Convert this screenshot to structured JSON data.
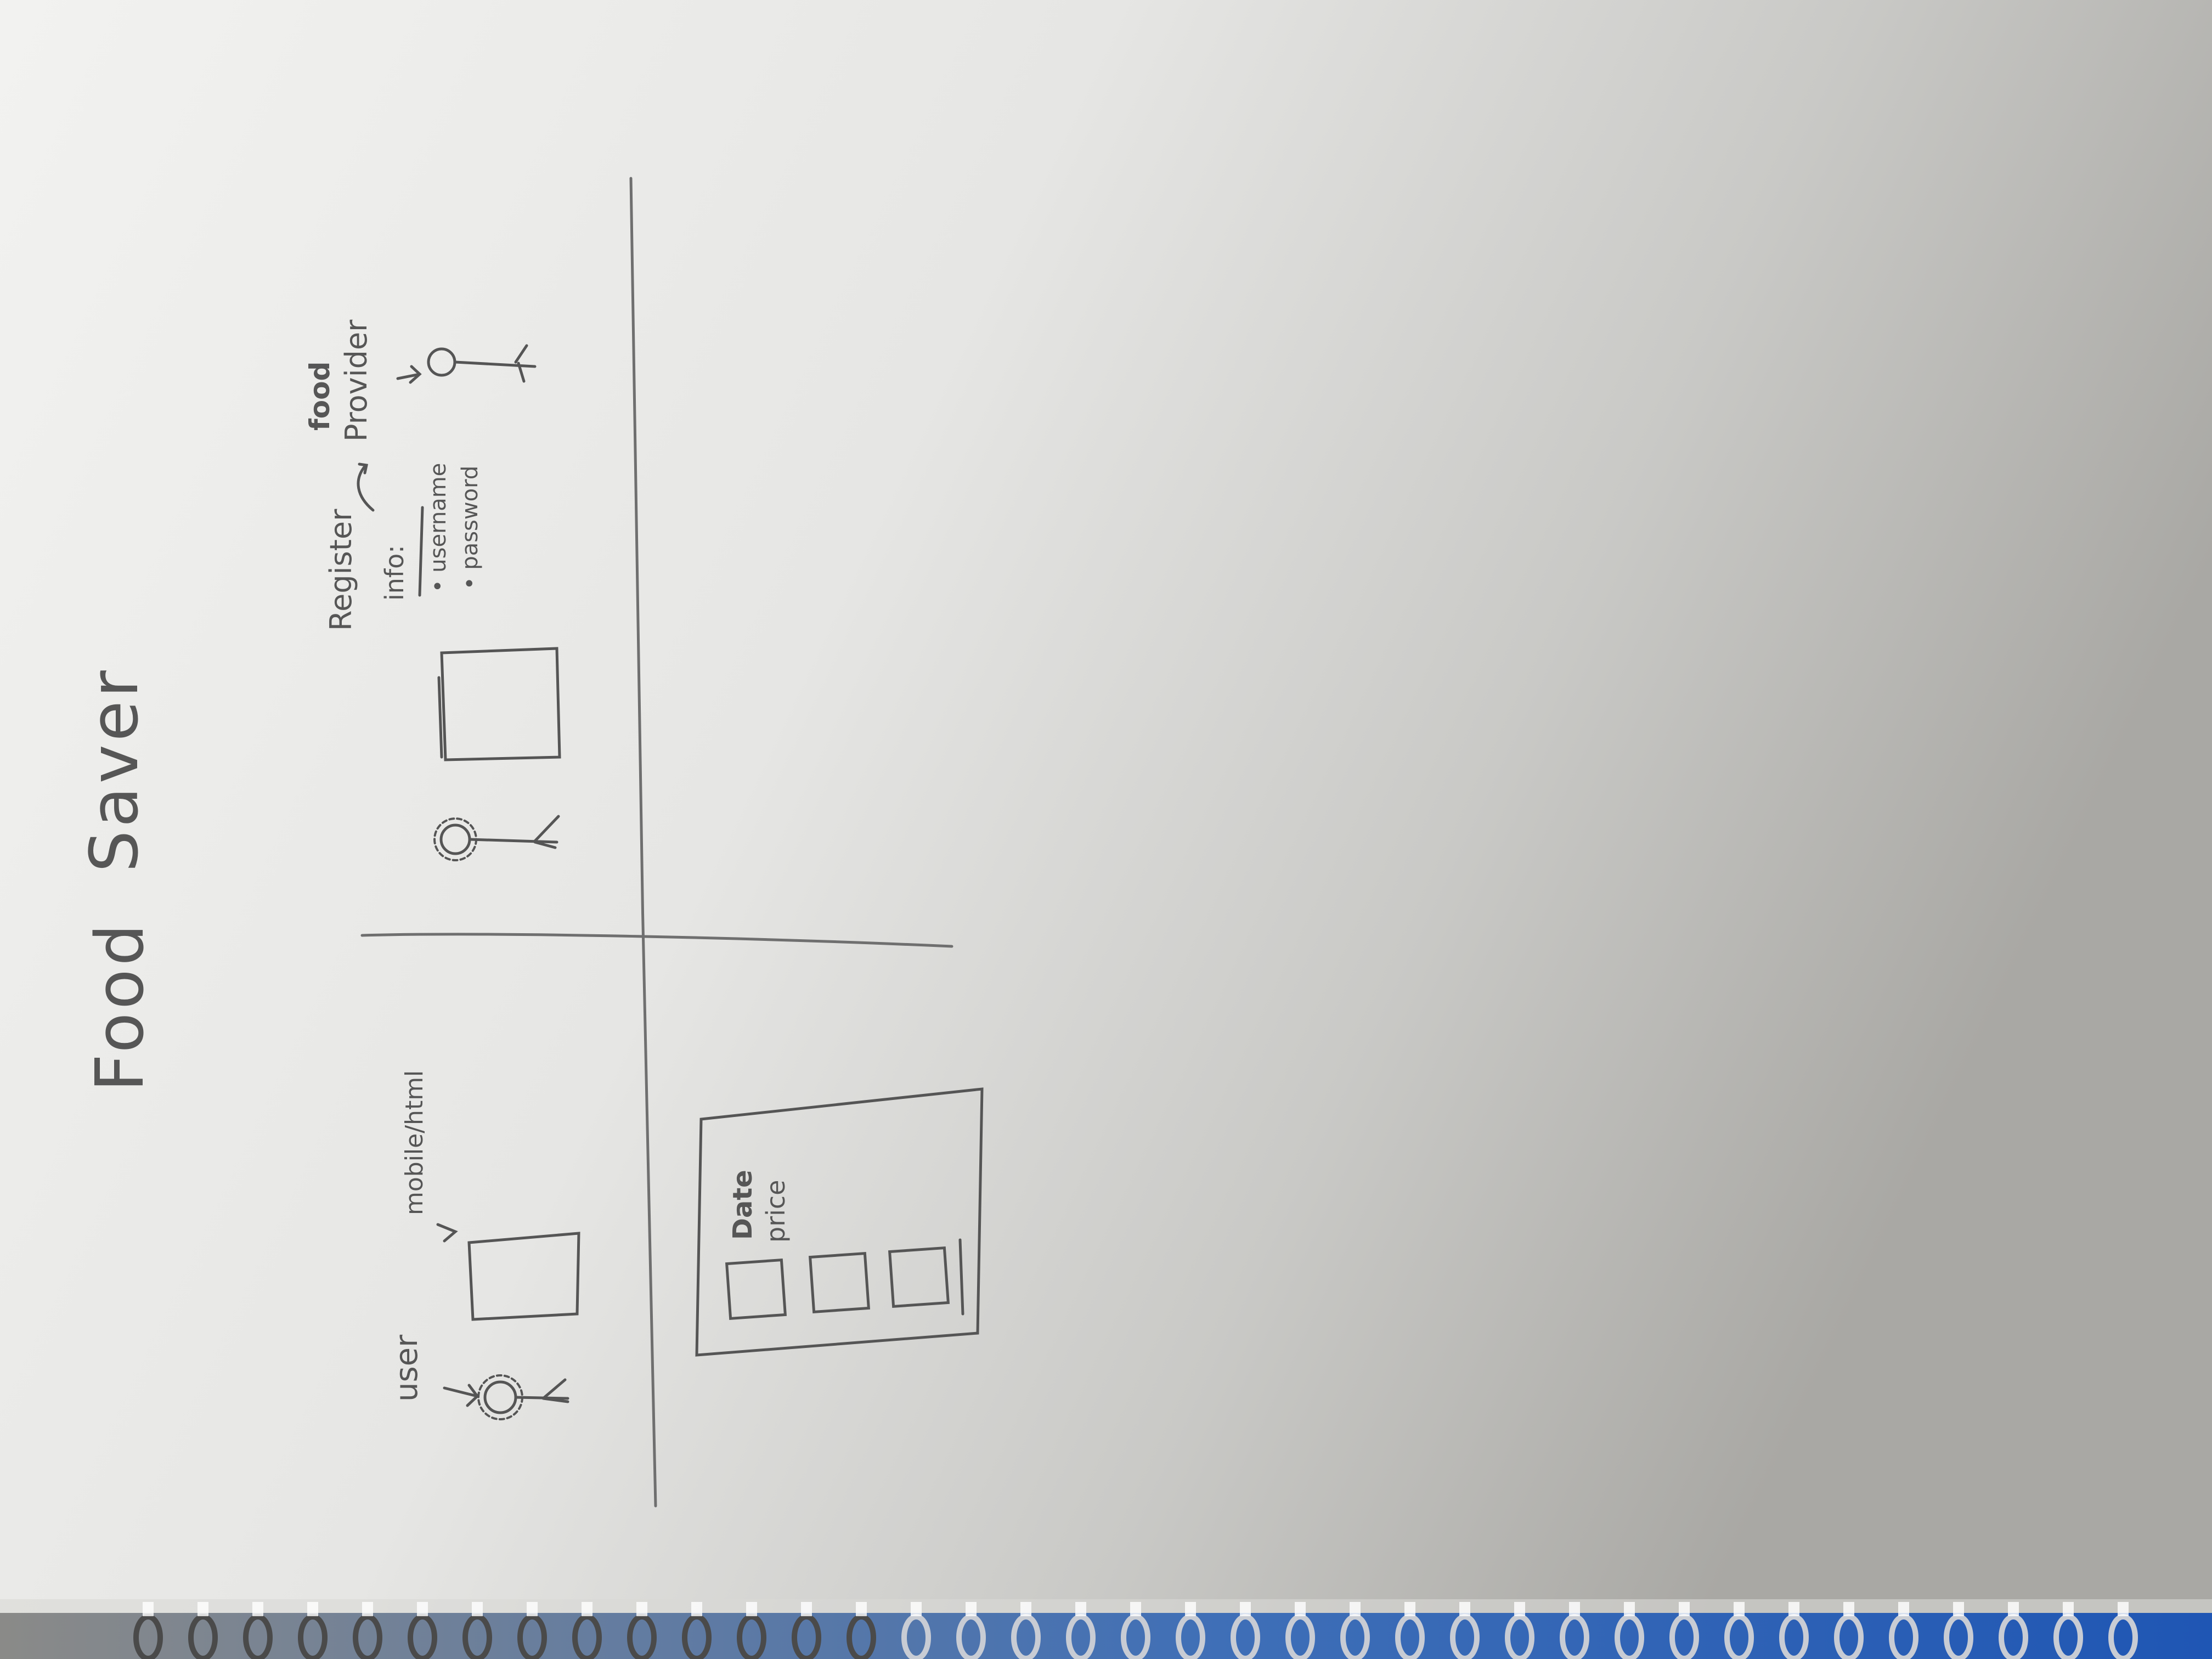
{
  "title": {
    "word1": "Food",
    "word2": "Saver"
  },
  "user_section": {
    "user_label": "user",
    "device_label": "mobile/html"
  },
  "provider_section": {
    "register_label": "Register",
    "info_label": "info:",
    "username_item": "• username",
    "password_item": "• password",
    "provider_label_top": "food",
    "provider_label_bottom": "Provider"
  },
  "listing_card": {
    "date_label": "Date",
    "price_label": "price"
  },
  "colors": {
    "paper": "#efefed",
    "pencil": "#565656",
    "binder_blue": "#2a5fb0",
    "background": "#7d7a72"
  }
}
